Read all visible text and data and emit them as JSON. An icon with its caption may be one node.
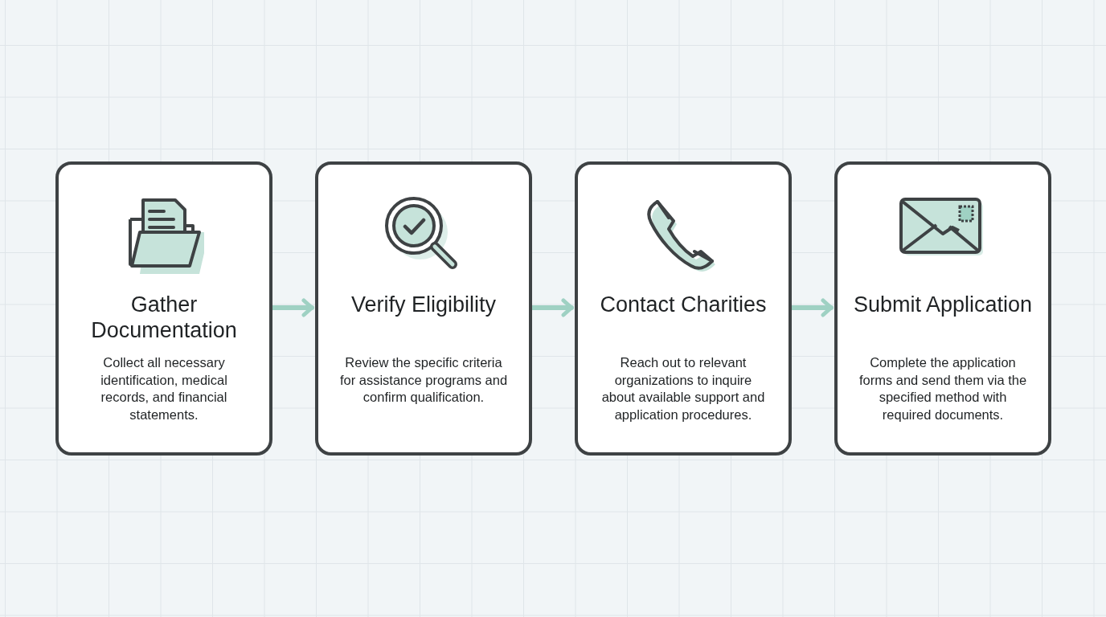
{
  "diagram": {
    "nodes": [
      {
        "text": [
          "Gather Documentation",
          "Collect all necessary identification, medical records, and financial statements."
        ]
      },
      {
        "text": [
          "Verify Eligibility",
          "Review the specific criteria for assistance programs and confirm qualification."
        ]
      },
      {
        "text": [
          "Contact Charities",
          "Reach out to relevant organizations to inquire about available support and application procedures."
        ]
      },
      {
        "text": [
          "Submit Application",
          "Complete the application forms and send them via the specified method with required documents."
        ]
      }
    ],
    "edges": [
      {
        "from": 0,
        "to": 1,
        "arrow": "to"
      },
      {
        "from": 1,
        "to": 2,
        "arrow": "to"
      },
      {
        "from": 2,
        "to": 3,
        "arrow": "to"
      }
    ]
  }
}
